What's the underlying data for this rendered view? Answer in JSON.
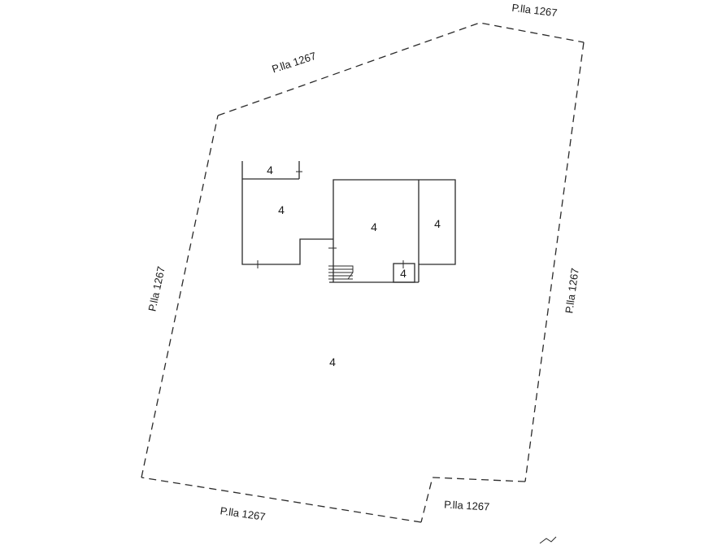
{
  "boundary_labels": {
    "top_right": "P.lla 1267",
    "top_left": "P.lla 1267",
    "left": "P.lla 1267",
    "right": "P.lla 1267",
    "bottom_left": "P.lla 1267",
    "bottom_right": "P.lla 1267"
  },
  "rooms": {
    "small_top_left": "4",
    "left_room": "4",
    "center_room": "4",
    "right_room": "4",
    "small_box": "4",
    "yard": "4"
  }
}
